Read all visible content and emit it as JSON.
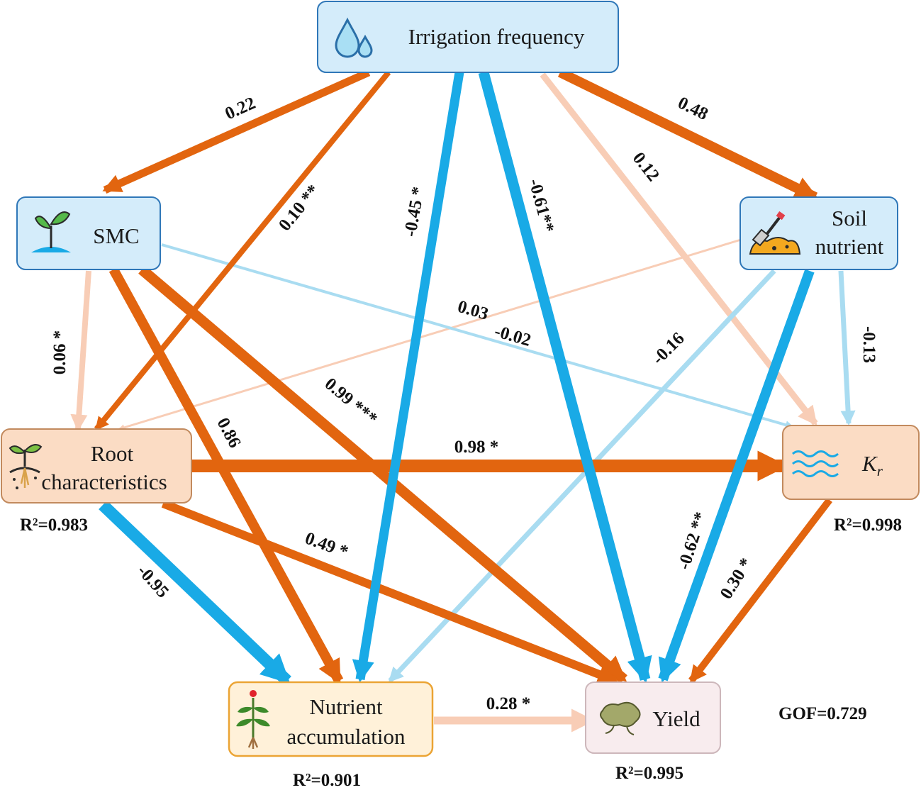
{
  "colors": {
    "positive": "#e2650f",
    "negative": "#19aae6",
    "positive_weak": "#f8cdb6",
    "negative_weak": "#a9dcf1"
  },
  "nodes": {
    "irrigation": {
      "label": "Irrigation frequency",
      "icon": "water-drops-icon"
    },
    "smc": {
      "label": "SMC",
      "icon": "seedling-icon"
    },
    "soil": {
      "label_line1": "Soil",
      "label_line2": "nutrient",
      "icon": "shovel-soil-icon"
    },
    "root": {
      "label_line1": "Root",
      "label_line2": "characteristics",
      "icon": "sprout-root-icon",
      "r2": "R²=0.983"
    },
    "kr": {
      "label": "K",
      "label_sub": "r",
      "icon": "water-waves-icon",
      "r2": "R²=0.998"
    },
    "nutrient": {
      "label_line1": "Nutrient",
      "label_line2": "accumulation",
      "icon": "flowering-plant-icon",
      "r2": "R²=0.901"
    },
    "yield": {
      "label": "Yield",
      "icon": "rhizome-icon",
      "r2": "R²=0.995"
    }
  },
  "gof": "GOF=0.729",
  "paths": [
    {
      "id": "irr-smc",
      "from": "irrigation",
      "to": "smc",
      "label": "0.22",
      "sign": "positive"
    },
    {
      "id": "irr-root",
      "from": "irrigation",
      "to": "root",
      "label": "0.10 **",
      "sign": "positive"
    },
    {
      "id": "irr-nutrient",
      "from": "irrigation",
      "to": "nutrient",
      "label": "-0.45 *",
      "sign": "negative"
    },
    {
      "id": "irr-yield",
      "from": "irrigation",
      "to": "yield",
      "label": "-0.61**",
      "sign": "negative"
    },
    {
      "id": "irr-kr",
      "from": "irrigation",
      "to": "kr",
      "label": "0.12",
      "sign": "positive_weak"
    },
    {
      "id": "irr-soil",
      "from": "irrigation",
      "to": "soil",
      "label": "0.48",
      "sign": "positive"
    },
    {
      "id": "smc-root",
      "from": "smc",
      "to": "root",
      "label": "0.06 *",
      "sign": "positive_weak"
    },
    {
      "id": "smc-nutrient",
      "from": "smc",
      "to": "nutrient",
      "label": "0.86",
      "sign": "positive"
    },
    {
      "id": "smc-yield",
      "from": "smc",
      "to": "yield",
      "label": "0.99 ***",
      "sign": "positive"
    },
    {
      "id": "smc-kr",
      "from": "smc",
      "to": "kr",
      "label": "-0.02",
      "sign": "negative_weak"
    },
    {
      "id": "soil-root",
      "from": "soil",
      "to": "root",
      "label": "0.03",
      "sign": "positive_weak"
    },
    {
      "id": "soil-nutrient",
      "from": "soil",
      "to": "nutrient",
      "label": "-0.16",
      "sign": "negative_weak"
    },
    {
      "id": "soil-yield",
      "from": "soil",
      "to": "yield",
      "label": "-0.62 **",
      "sign": "negative"
    },
    {
      "id": "soil-kr",
      "from": "soil",
      "to": "kr",
      "label": "-0.13",
      "sign": "negative_weak"
    },
    {
      "id": "root-kr",
      "from": "root",
      "to": "kr",
      "label": "0.98 *",
      "sign": "positive"
    },
    {
      "id": "root-nutrient",
      "from": "root",
      "to": "nutrient",
      "label": "-0.95",
      "sign": "negative"
    },
    {
      "id": "root-yield",
      "from": "root",
      "to": "yield",
      "label": "0.49 *",
      "sign": "positive"
    },
    {
      "id": "kr-yield",
      "from": "kr",
      "to": "yield",
      "label": "0.30 *",
      "sign": "positive"
    },
    {
      "id": "nutrient-yield",
      "from": "nutrient",
      "to": "yield",
      "label": "0.28 *",
      "sign": "positive_weak"
    }
  ]
}
